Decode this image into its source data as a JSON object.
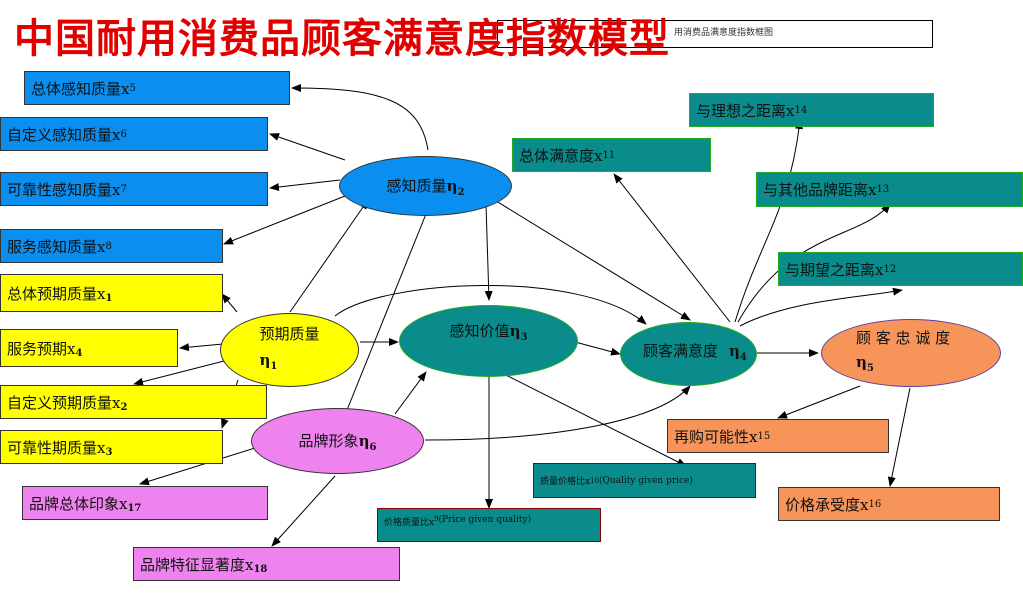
{
  "title": "中国耐用消费品顾客满意度指数模型",
  "caption": "用消费品满意度指数框图",
  "latent": {
    "perceived_quality": {
      "label": "感知质量",
      "symbol": "η",
      "sub": "2"
    },
    "expected_quality": {
      "label": "预期质量",
      "symbol": "η",
      "sub": "1"
    },
    "perceived_value": {
      "label": "感知价值",
      "symbol": "η",
      "sub": "3"
    },
    "brand_image": {
      "label": "品牌形象",
      "symbol": "η",
      "sub": "6"
    },
    "satisfaction": {
      "label": "顾客满意度",
      "symbol": "η",
      "sub": "4"
    },
    "loyalty": {
      "label": "顾 客 忠 诚 度",
      "symbol": "η",
      "sub": "5"
    }
  },
  "indicators": {
    "x5": {
      "label": "总体感知质量x",
      "sub": "5"
    },
    "x6": {
      "label": "自定义感知质量x",
      "sub": "6"
    },
    "x7": {
      "label": "可靠性感知质量x",
      "sub": "7"
    },
    "x8": {
      "label": "服务感知质量x",
      "sub": "8"
    },
    "x1": {
      "label": "总体预期质量x",
      "sub": "1"
    },
    "x4": {
      "label": "服务预期x",
      "sub": "4"
    },
    "x2": {
      "label": "自定义预期质量x",
      "sub": "2"
    },
    "x3": {
      "label": "可靠性期质量x",
      "sub": "3"
    },
    "x17": {
      "label": "品牌总体印象x",
      "sub": "17"
    },
    "x18": {
      "label": "品牌特征显著度x",
      "sub": "18"
    },
    "x11": {
      "label": "总体满意度x",
      "sub": "11"
    },
    "x14": {
      "label": "与理想之距离x",
      "sub": "14"
    },
    "x13": {
      "label": "与其他品牌距离x",
      "sub": "13"
    },
    "x12": {
      "label": "与期望之距离x",
      "sub": "12"
    },
    "x15": {
      "label": "再购可能性x",
      "sub": "15"
    },
    "x16": {
      "label": "价格承受度x",
      "sub": "16"
    },
    "x10": {
      "label": "质量价格比x",
      "sub": "10",
      "suffix": "(Quality given price)"
    },
    "x9": {
      "label": "价格质量比x",
      "sub": "9",
      "suffix": " (Price given quality)"
    }
  },
  "colors": {
    "title": "#e00000",
    "blue": "#0a8ff0",
    "yellow": "#ffff00",
    "teal": "#0a8c8c",
    "pink": "#ee82ee",
    "orange": "#f7945a"
  }
}
